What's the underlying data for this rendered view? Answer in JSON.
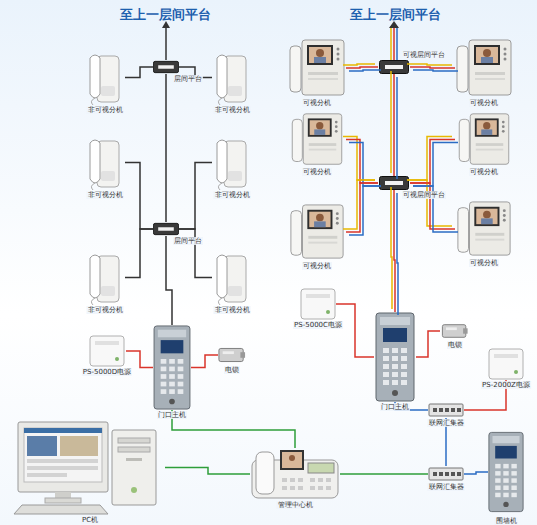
{
  "diagram": {
    "nodes": [
      {
        "text": [
          "层间平台"
        ]
      },
      {
        "text": [
          "非可视分机"
        ]
      },
      {
        "text": [
          "非可视分机"
        ]
      },
      {
        "text": [
          "非可视分机"
        ]
      },
      {
        "text": [
          "非可视分机"
        ]
      },
      {
        "text": [
          "层间平台"
        ]
      },
      {
        "text": [
          "非可视分机"
        ]
      },
      {
        "text": [
          "非可视分机"
        ]
      },
      {
        "text": [
          "PS-5000D电源"
        ]
      },
      {
        "text": [
          "门口主机"
        ]
      },
      {
        "text": [
          "电锁"
        ]
      },
      {
        "text": [
          "可视层间平台"
        ]
      },
      {
        "text": [
          "可视分机"
        ]
      },
      {
        "text": [
          "可视分机"
        ]
      },
      {
        "text": [
          "可视分机"
        ]
      },
      {
        "text": [
          "可视分机"
        ]
      },
      {
        "text": [
          "可视层间平台"
        ]
      },
      {
        "text": [
          "可视分机"
        ]
      },
      {
        "text": [
          "可视分机"
        ]
      },
      {
        "text": [
          "PS-5000C电源"
        ]
      },
      {
        "text": [
          "门口主机"
        ]
      },
      {
        "text": [
          "电锁"
        ]
      },
      {
        "text": [
          "PS-2000Z电源"
        ]
      },
      {
        "text": [
          "联网汇集器"
        ]
      },
      {
        "text": [
          "PC机"
        ]
      },
      {
        "text": [
          "管理中心机"
        ]
      },
      {
        "text": [
          "联网汇集器"
        ]
      },
      {
        "text": [
          "围墙机"
        ]
      }
    ],
    "edges": [
      {
        "from": 0,
        "to": 1,
        "arrow": "none"
      },
      {
        "from": 0,
        "to": 2,
        "arrow": "none"
      },
      {
        "from": 5,
        "to": 3,
        "arrow": "none"
      },
      {
        "from": 5,
        "to": 4,
        "arrow": "none"
      },
      {
        "from": 5,
        "to": 6,
        "arrow": "none"
      },
      {
        "from": 5,
        "to": 7,
        "arrow": "none"
      },
      {
        "from": 0,
        "to": 5,
        "arrow": "none"
      },
      {
        "from": 5,
        "to": 9,
        "arrow": "none"
      },
      {
        "from": 9,
        "to": 8,
        "arrow": "none"
      },
      {
        "from": 9,
        "to": 10,
        "arrow": "none"
      },
      {
        "from": 9,
        "to": 25,
        "arrow": "none"
      },
      {
        "from": 25,
        "to": 24,
        "arrow": "none"
      },
      {
        "from": 11,
        "to": 12,
        "arrow": "none"
      },
      {
        "from": 11,
        "to": 13,
        "arrow": "none"
      },
      {
        "from": 16,
        "to": 14,
        "arrow": "none"
      },
      {
        "from": 16,
        "to": 15,
        "arrow": "none"
      },
      {
        "from": 16,
        "to": 17,
        "arrow": "none"
      },
      {
        "from": 16,
        "to": 18,
        "arrow": "none"
      },
      {
        "from": 11,
        "to": 16,
        "arrow": "none"
      },
      {
        "from": 16,
        "to": 20,
        "arrow": "none"
      },
      {
        "from": 20,
        "to": 19,
        "arrow": "none"
      },
      {
        "from": 20,
        "to": 21,
        "arrow": "none"
      },
      {
        "from": 20,
        "to": 23,
        "arrow": "none"
      },
      {
        "from": 23,
        "to": 22,
        "arrow": "none"
      },
      {
        "from": 23,
        "to": 26,
        "arrow": "none"
      },
      {
        "from": 25,
        "to": 26,
        "arrow": "none"
      },
      {
        "from": 26,
        "to": 27,
        "arrow": "none"
      }
    ],
    "labels": [
      "至上一层间平台",
      "至上一层间平台"
    ]
  }
}
